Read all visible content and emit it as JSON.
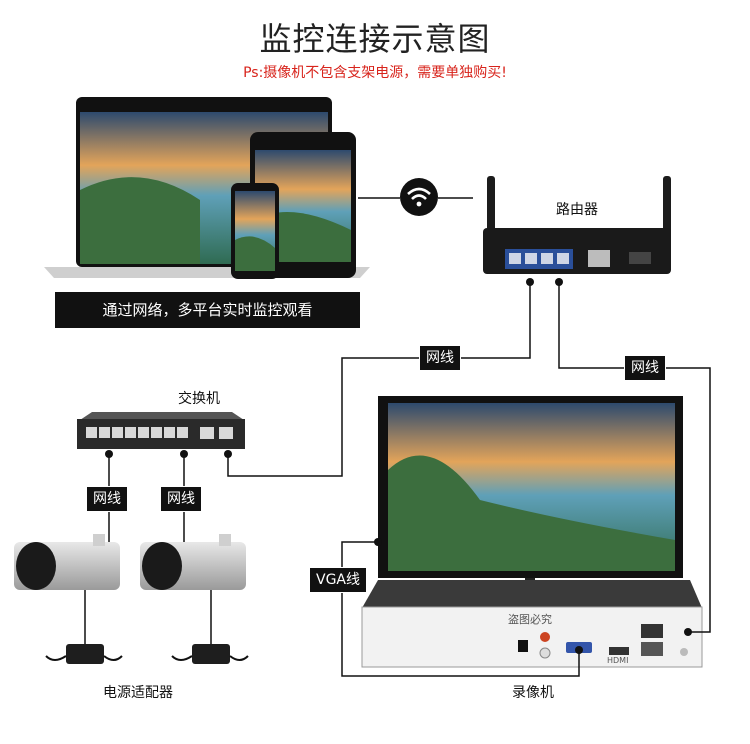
{
  "title": "监控连接示意图",
  "note": "Ps:摄像机不包含支架电源，需要单独购买!",
  "devices": {
    "router": "路由器",
    "switch": "交换机",
    "power_adapter": "电源适配器",
    "nvr": "录像机",
    "nvr_watermark": "盗图必究",
    "hdmi_port": "HDMI"
  },
  "banner": "通过网络，多平台实时监控观看",
  "cable_labels": {
    "router_to_switch": "网线",
    "router_to_nvr": "网线",
    "camera1": "网线",
    "camera2": "网线",
    "vga": "VGA线"
  },
  "colors": {
    "note": "#d8241c",
    "tag_bg": "#111111"
  }
}
